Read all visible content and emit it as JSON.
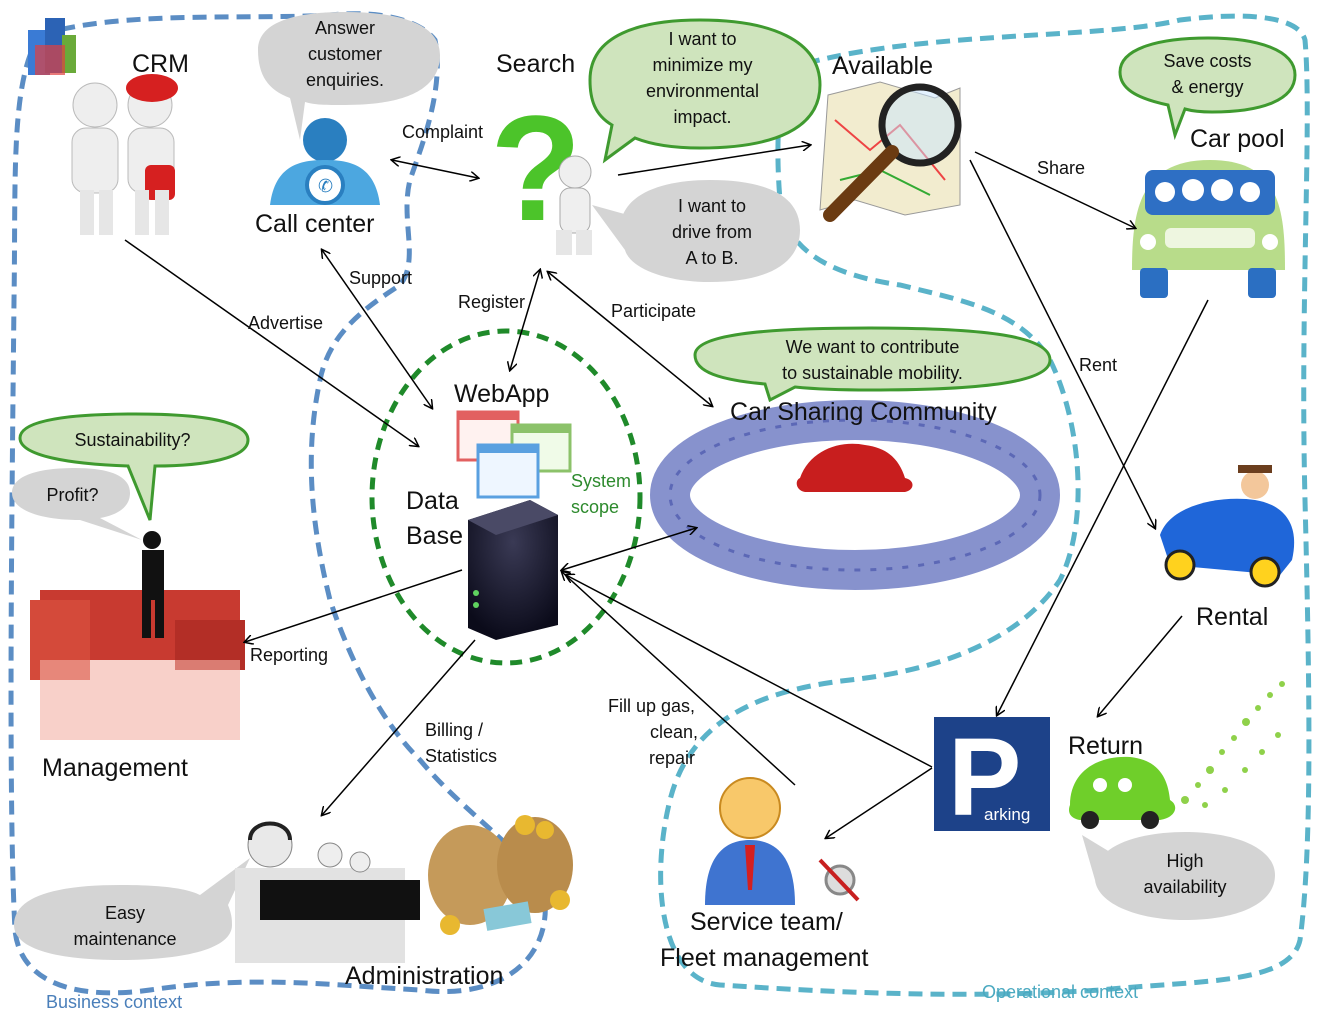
{
  "contexts": {
    "business": "Business context",
    "operational": "Operational context"
  },
  "nodes": {
    "crm": "CRM",
    "call_center": "Call center",
    "search": "Search",
    "available": "Available",
    "car_pool": "Car pool",
    "webapp": "WebApp",
    "database_line1": "Data",
    "database_line2": "Base",
    "system_scope_line1": "System",
    "system_scope_line2": "scope",
    "community": "Car Sharing Community",
    "rental": "Rental",
    "management": "Management",
    "return": "Return",
    "parking_sign": "arking",
    "service_line1": "Service team/",
    "service_line2": "Fleet management",
    "administration": "Administration"
  },
  "edges": {
    "complaint": "Complaint",
    "support": "Support",
    "advertise": "Advertise",
    "register": "Register",
    "participate": "Participate",
    "share": "Share",
    "rent": "Rent",
    "reporting": "Reporting",
    "billing_line1": "Billing /",
    "billing_line2": "Statistics",
    "fillup_line1": "Fill up gas,",
    "fillup_line2": "clean,",
    "fillup_line3": "repair"
  },
  "bubbles": {
    "answer": [
      "Answer",
      "customer",
      "enquiries."
    ],
    "minimize": [
      "I want to",
      "minimize my",
      "environmental",
      "impact."
    ],
    "drive": [
      "I want to",
      "drive from",
      "A to B."
    ],
    "save": [
      "Save costs",
      "& energy"
    ],
    "contribute": [
      "We want to contribute",
      "to sustainable mobility."
    ],
    "sustainability": [
      "Sustainability?"
    ],
    "profit": [
      "Profit?"
    ],
    "high": [
      "High",
      "availability"
    ],
    "easy": [
      "Easy",
      "maintenance"
    ]
  },
  "colors": {
    "business_border": "#5b8dc4",
    "operational_border": "#5ab3c9",
    "scope_border": "#1f8a2a",
    "gray_bubble": "#d4d4d4",
    "green_bubble": "#cfe4bd",
    "green_bubble_border": "#3f9a2f"
  }
}
